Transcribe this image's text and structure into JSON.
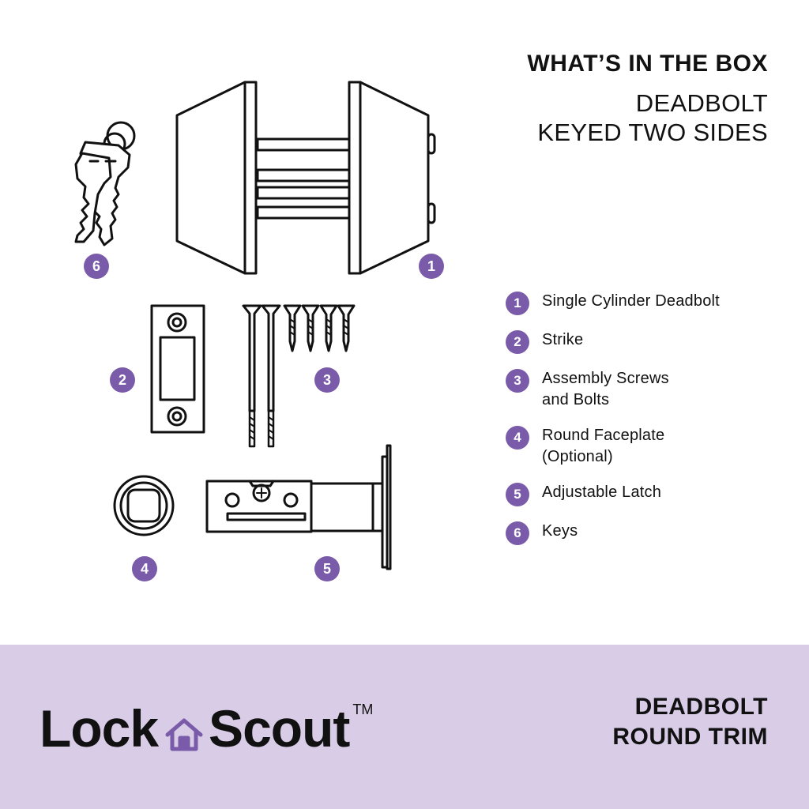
{
  "header": {
    "title": "WHAT’S IN THE BOX",
    "subtitle_line1": "DEADBOLT",
    "subtitle_line2": "KEYED TWO SIDES"
  },
  "legend": [
    {
      "num": "1",
      "label": "Single Cylinder Deadbolt"
    },
    {
      "num": "2",
      "label": "Strike"
    },
    {
      "num": "3",
      "label": "Assembly Screws\nand Bolts"
    },
    {
      "num": "4",
      "label": "Round Faceplate\n(Optional)"
    },
    {
      "num": "5",
      "label": "Adjustable Latch"
    },
    {
      "num": "6",
      "label": "Keys"
    }
  ],
  "callouts": {
    "c1": "1",
    "c2": "2",
    "c3": "3",
    "c4": "4",
    "c5": "5",
    "c6": "6"
  },
  "footer": {
    "brand_part1": "Lock",
    "brand_part2": "Scout",
    "trademark": "TM",
    "title_line1": "DEADBOLT",
    "title_line2": "ROUND TRIM"
  },
  "colors": {
    "accent": "#7a5ba9",
    "footer_bg": "#d8cce7",
    "line": "#111111"
  }
}
